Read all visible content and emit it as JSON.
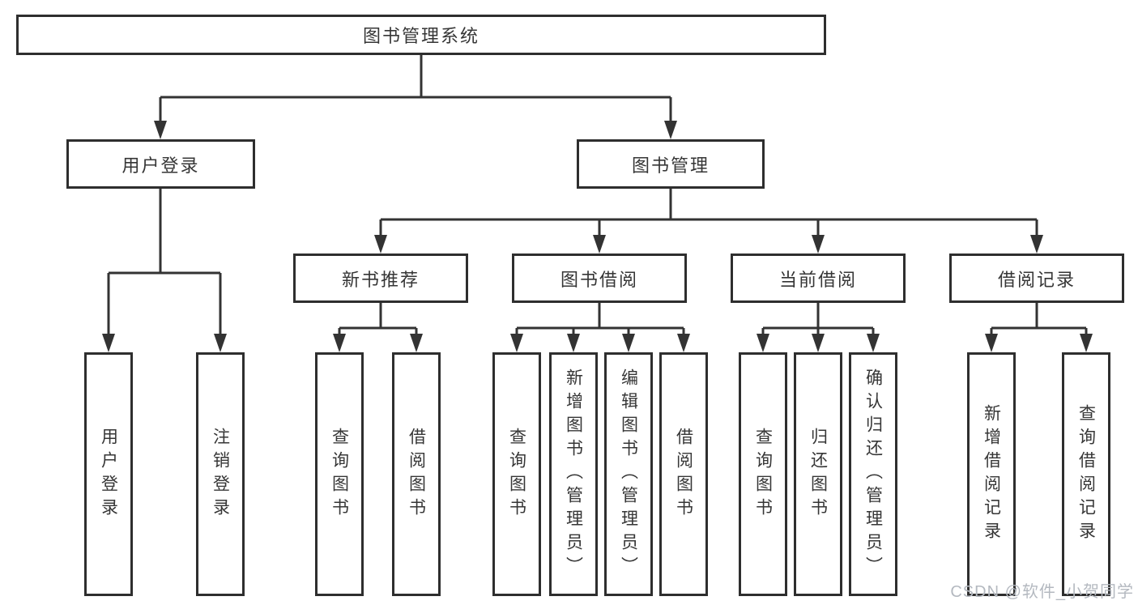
{
  "root": {
    "label": "图书管理系统",
    "children": [
      {
        "label": "用户登录",
        "children": [
          {
            "label": "用户登录"
          },
          {
            "label": "注销登录"
          }
        ]
      },
      {
        "label": "图书管理",
        "children": [
          {
            "label": "新书推荐",
            "children": [
              {
                "label": "查询图书"
              },
              {
                "label": "借阅图书"
              }
            ]
          },
          {
            "label": "图书借阅",
            "children": [
              {
                "label": "查询图书"
              },
              {
                "label": "新增图书（管理员）"
              },
              {
                "label": "编辑图书（管理员）"
              },
              {
                "label": "借阅图书"
              }
            ]
          },
          {
            "label": "当前借阅",
            "children": [
              {
                "label": "查询图书"
              },
              {
                "label": "归还图书"
              },
              {
                "label": "确认归还（管理员）"
              }
            ]
          },
          {
            "label": "借阅记录",
            "children": [
              {
                "label": "新增借阅记录"
              },
              {
                "label": "查询借阅记录"
              }
            ]
          }
        ]
      }
    ]
  },
  "watermark": "CSDN @软件_小贺同学",
  "colors": {
    "line": "#333333",
    "border": "#2e2e2e",
    "text": "#363636",
    "background": "#ffffff",
    "watermark": "#b4b9c0"
  }
}
